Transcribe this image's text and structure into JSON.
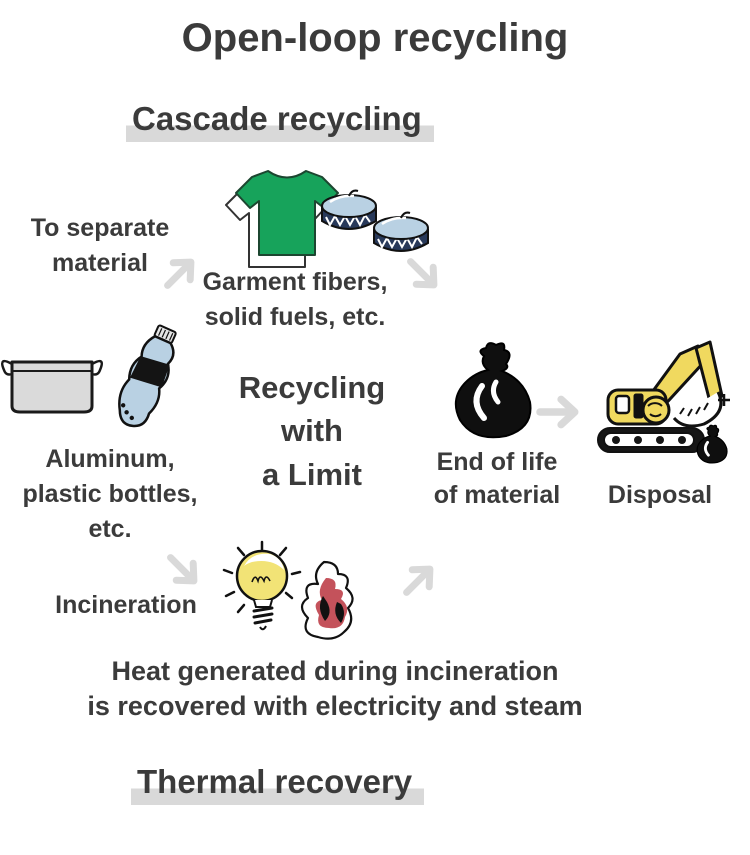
{
  "diagram": {
    "title": "Open-loop recycling",
    "sections": {
      "cascade": "Cascade recycling",
      "thermal": "Thermal recovery"
    },
    "labels": {
      "to_separate": "To separate\nmaterial",
      "garment": "Garment fibers,\nsolid fuels, etc.",
      "aluminum": "Aluminum,\nplastic bottles,\netc.",
      "recycling_limit": "Recycling\nwith\na Limit",
      "end_of_life": "End of life\nof material",
      "disposal": "Disposal",
      "incineration": "Incineration",
      "heat_note": "Heat generated during incineration\nis recovered with electricity and steam"
    },
    "icons": {
      "tshirt": "green-tshirt-icon",
      "fuel_cans": "solid-fuel-cans-icon",
      "pot": "aluminum-pot-icon",
      "bottle": "plastic-bottle-icon",
      "trash_bag": "trash-bag-icon",
      "excavator": "excavator-icon",
      "small_trash_bag": "small-trash-bag-icon",
      "lightbulb": "lightbulb-icon",
      "fire": "fire-icon"
    },
    "arrows": [
      {
        "direction": "up-right",
        "from": "aluminum-source",
        "to": "separated-material"
      },
      {
        "direction": "down-right",
        "from": "garment-fibers",
        "to": "end-of-life"
      },
      {
        "direction": "right",
        "from": "end-of-life",
        "to": "disposal"
      },
      {
        "direction": "down-right",
        "from": "aluminum-source",
        "to": "incineration"
      },
      {
        "direction": "up-right",
        "from": "incineration",
        "to": "end-of-life"
      }
    ],
    "colors": {
      "text": "#3b3b3b",
      "highlight_bar": "#d9d9d9",
      "arrow": "#d9d9d9",
      "tshirt_green": "#17a35b",
      "plastic_blue": "#b9d1e3",
      "machine_yellow": "#f0d95f",
      "fire_red": "#c4525b",
      "pot_gray": "#dadada",
      "bag_black": "#111111"
    }
  }
}
